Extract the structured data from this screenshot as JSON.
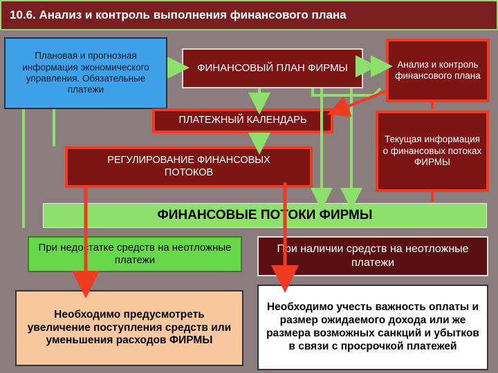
{
  "title": "10.6. Анализ и контроль выполнения финансового плана",
  "boxes": {
    "info": "Плановая и прогнозная информация экономического управления. Обязательные платежи",
    "plan": "ФИНАНСОВЫЙ ПЛАН ФИРМЫ",
    "analysis": "Анализ и контроль финансового плана",
    "calendar": "ПЛАТЕЖНЫЙ КАЛЕНДАРЬ",
    "current": "Текущая информация о финансовых потоках ФИРМЫ",
    "regulation": "РЕГУЛИРОВАНИЕ ФИНАНСОВЫХ ПОТОКОВ",
    "flows": "ФИНАНСОВЫЕ ПОТОКИ ФИРМЫ",
    "shortage": "При недостатке средств на неотложные платежи",
    "surplus": "При наличии средств на неотложные платежи",
    "shortage_action": "Необходимо предусмотреть увеличение поступления средств или уменьшения расходов ФИРМЫ",
    "surplus_action": "Необходимо учесть важность оплаты и размер ожидаемого дохода или же размера возможных санкций и убытков в связи с просрочкой платежей"
  },
  "colors": {
    "background": "#8b7c7e",
    "maroon": "#7d1515",
    "red_arrow": "#ef3b22",
    "green_arrow": "#8ee06c",
    "blue": "#3fa1e8"
  }
}
